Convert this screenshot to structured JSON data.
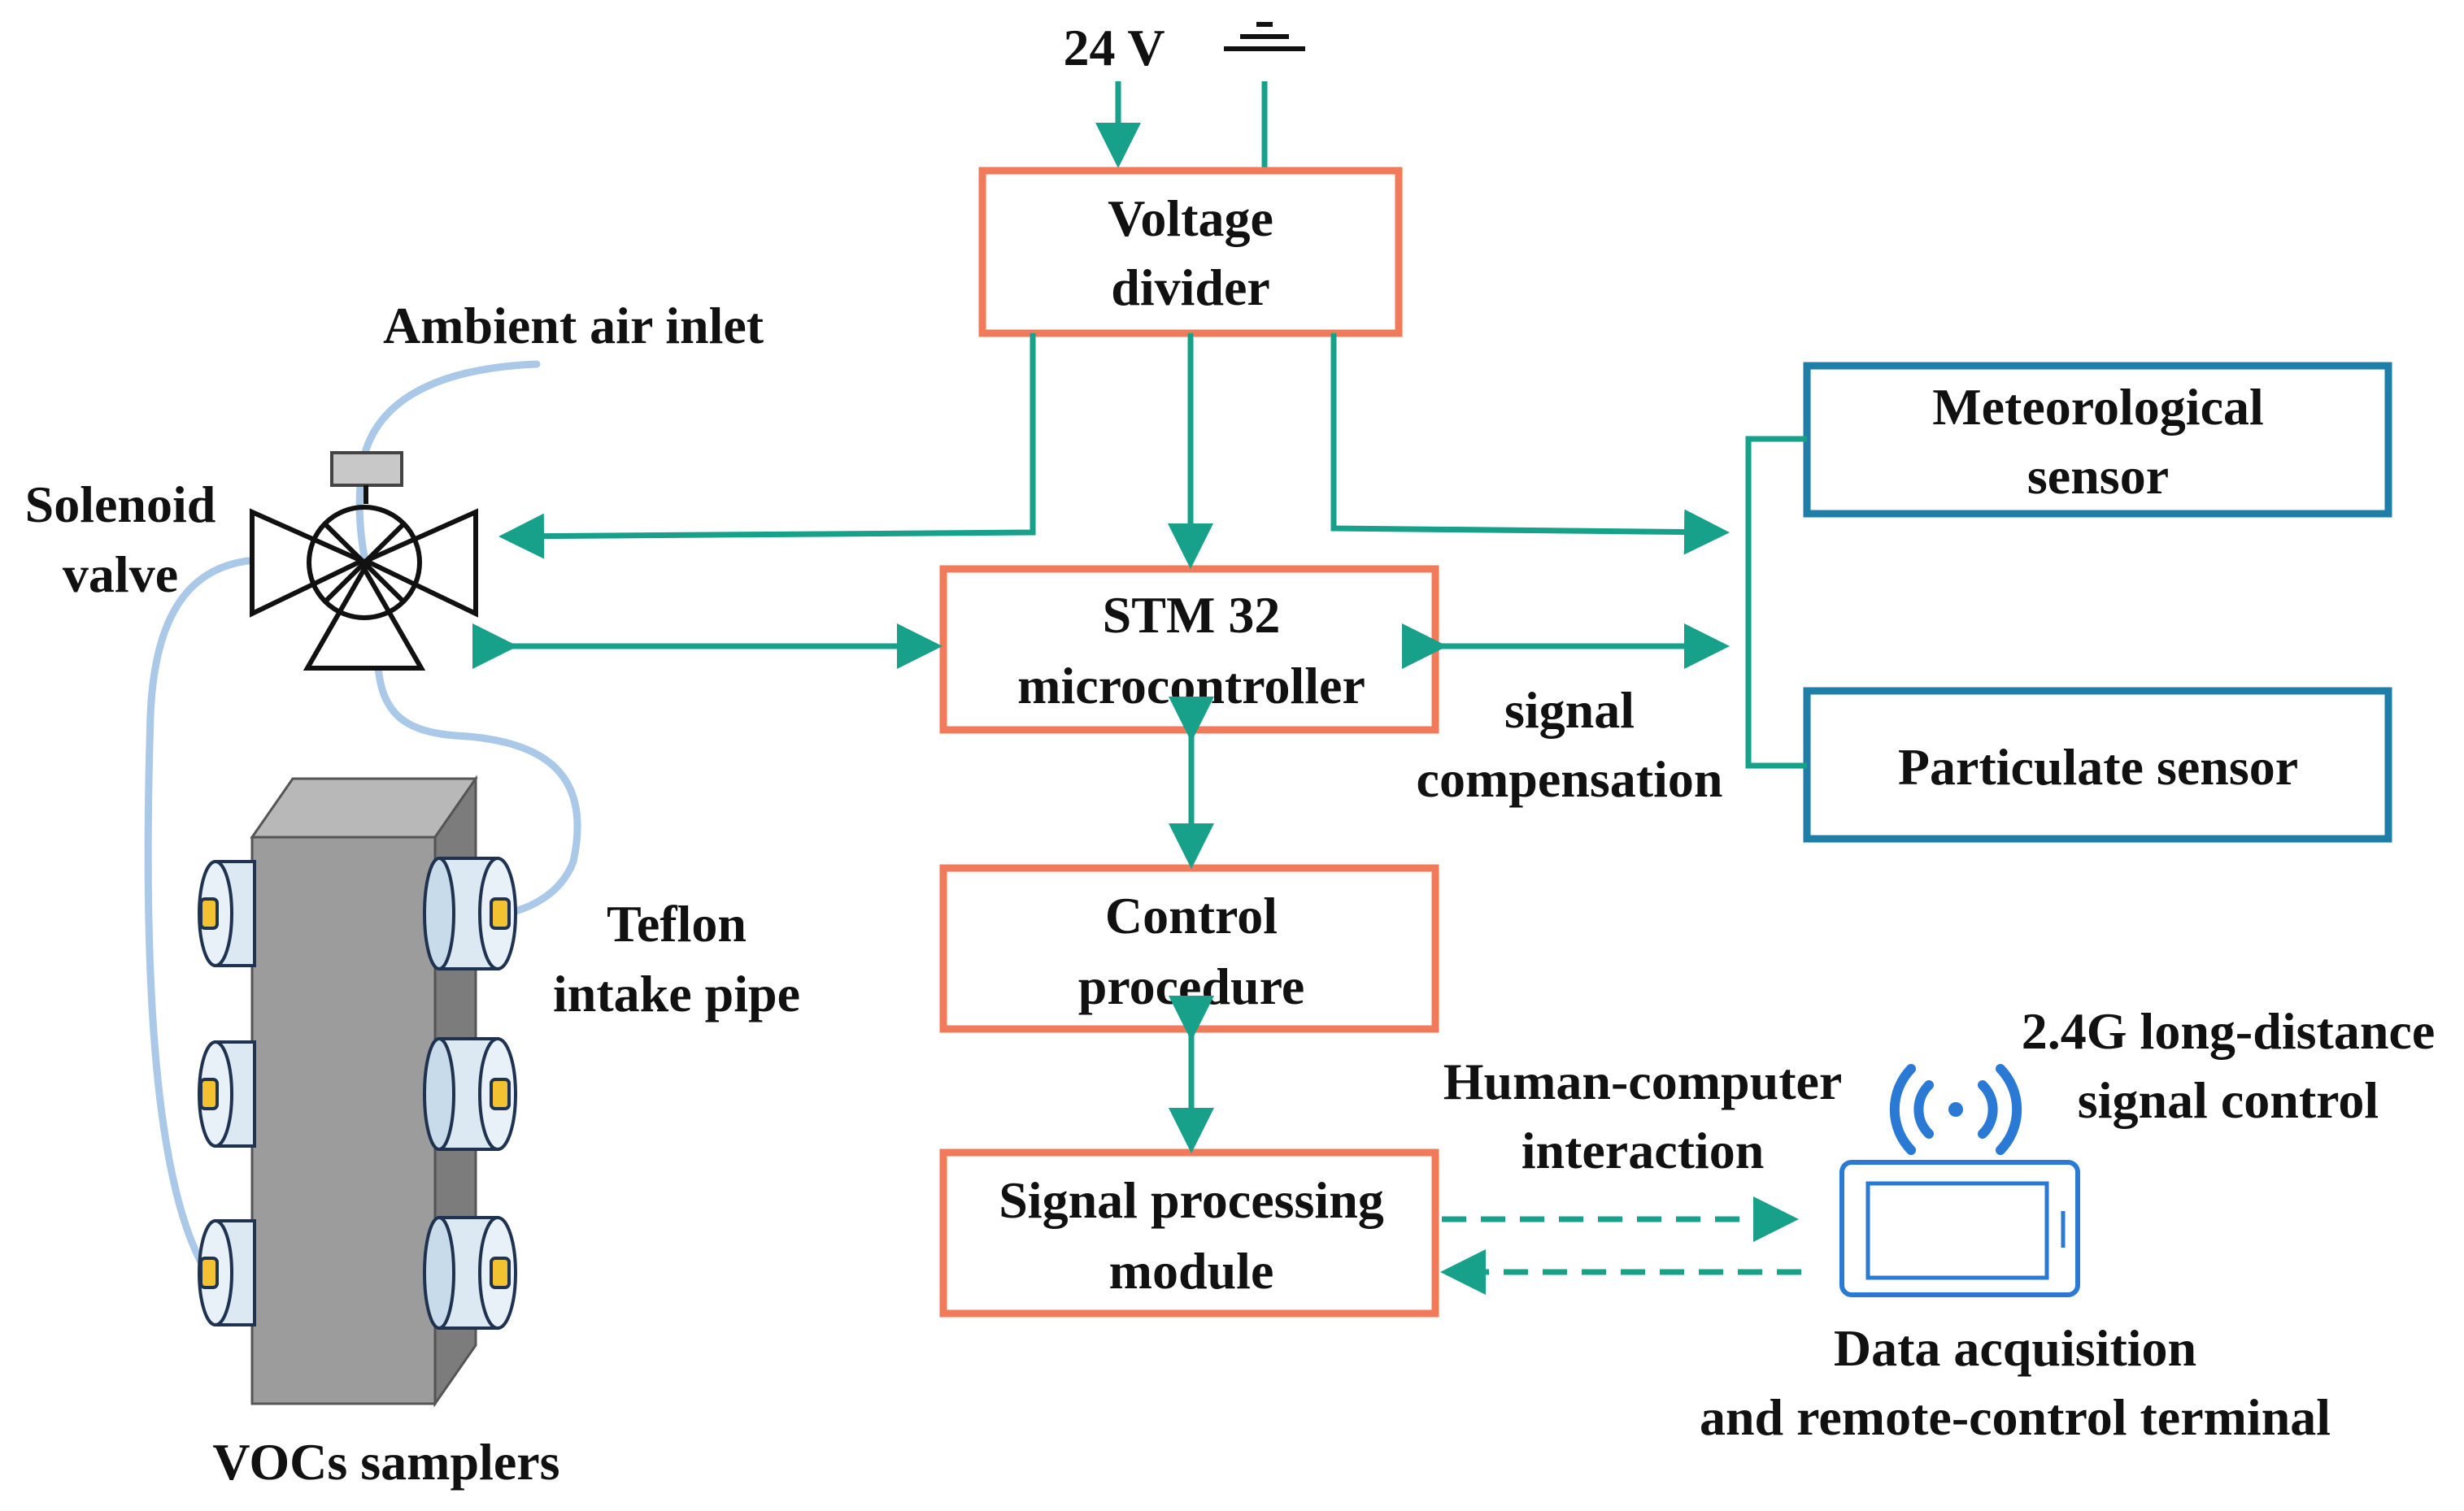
{
  "power": {
    "voltage": "24 V"
  },
  "blocks": {
    "voltage_divider": [
      "Voltage",
      "divider"
    ],
    "stm32": [
      "STM 32",
      "microcontroller"
    ],
    "control_procedure": [
      "Control",
      "procedure"
    ],
    "signal_processing": [
      "Signal processing",
      "module"
    ],
    "meteorological_sensor": [
      "Meteorological",
      "sensor"
    ],
    "particulate_sensor": [
      "Particulate sensor"
    ]
  },
  "labels": {
    "ambient_air_inlet": "Ambient air inlet",
    "solenoid_valve": [
      "Solenoid",
      "valve"
    ],
    "teflon_pipe": [
      "Teflon",
      "intake pipe"
    ],
    "vocs_samplers": "VOCs samplers",
    "signal_compensation": [
      "signal",
      "compensation"
    ],
    "human_computer": [
      "Human-computer",
      "interaction"
    ],
    "wireless": [
      "2.4G long-distance",
      "signal control"
    ],
    "terminal": [
      "Data acquisition",
      "and remote-control terminal"
    ]
  },
  "colors": {
    "controller_box": "#f07a5a",
    "sensor_box": "#1f7ea8",
    "connector": "#17a08a",
    "tube": "#aac8e8",
    "sampler_front": "#9c9c9c",
    "sampler_side": "#7c7c7c",
    "sampler_top": "#b8b8b8",
    "device": "#2a79d4"
  }
}
